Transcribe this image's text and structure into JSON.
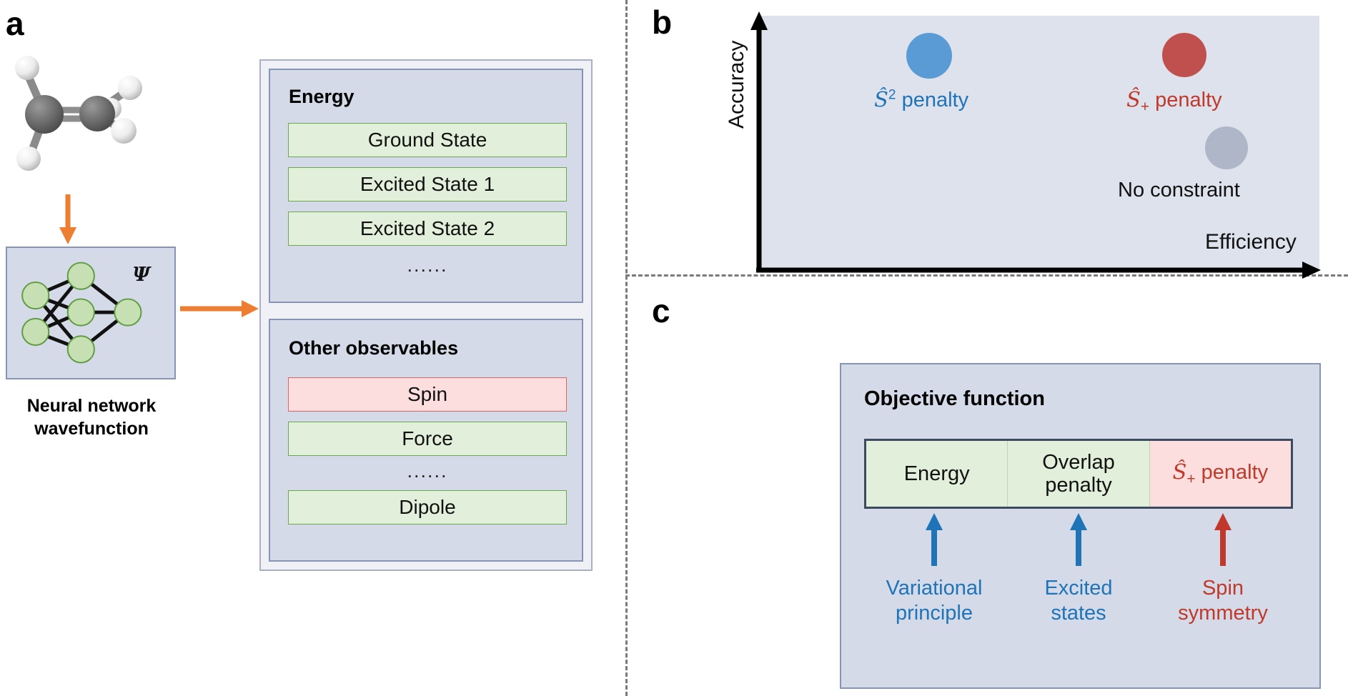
{
  "panels": {
    "a": {
      "letter": "a",
      "molecule": {
        "name": "ethylene-ball-and-stick-model",
        "carbon_color": "#6e6e6e",
        "hydrogen_color": "#ffffff"
      },
      "network_box": {
        "psi_symbol": "Ψ",
        "caption_line1": "Neural network",
        "caption_line2": "wavefunction",
        "node_color": "#c6e0b4",
        "node_border": "#5f9b3f",
        "box_fill": "#d4dae8"
      },
      "arrows": {
        "color": "#ED7D31"
      },
      "sections": [
        {
          "title": "Energy",
          "items": [
            {
              "label": "Ground State",
              "style": "green"
            },
            {
              "label": "Excited State 1",
              "style": "green"
            },
            {
              "label": "Excited State 2",
              "style": "green"
            }
          ],
          "ellipsis": "......"
        },
        {
          "title": "Other observables",
          "items": [
            {
              "label": "Spin",
              "style": "pink"
            },
            {
              "label": "Force",
              "style": "green"
            },
            {
              "label": "Dipole",
              "style": "green"
            }
          ],
          "ellipsis": "......"
        }
      ]
    },
    "b": {
      "letter": "b",
      "plot_bg": "#dee2ec",
      "y_axis_label": "Accuracy",
      "x_axis_label": "Efficiency",
      "chart_data": {
        "type": "scatter",
        "title": "",
        "xlabel": "Efficiency",
        "ylabel": "Accuracy",
        "xlim": [
          0,
          1
        ],
        "ylim": [
          0,
          1
        ],
        "grid": false,
        "axes_style": "arrow-axes-no-ticks",
        "legend": "inline-labels",
        "points": [
          {
            "label": "Ŝ² penalty",
            "x": 0.31,
            "y": 0.86,
            "color": "#5B9BD5",
            "size": 64,
            "label_color": "#1F74B8",
            "qualitative": "high accuracy, low efficiency"
          },
          {
            "label": "Ŝ₊ penalty",
            "x": 0.76,
            "y": 0.86,
            "color": "#C0504D",
            "size": 62,
            "label_color": "#C0392B",
            "qualitative": "high accuracy, high efficiency"
          },
          {
            "label": "No constraint",
            "x": 0.84,
            "y": 0.47,
            "color": "#AEB6C8",
            "size": 60,
            "label_color": "#111111",
            "qualitative": "low accuracy, high efficiency"
          }
        ]
      }
    },
    "c": {
      "letter": "c",
      "title": "Objective function",
      "cells": [
        {
          "label": "Energy",
          "style": "green",
          "arrow_color": "#1F74B8"
        },
        {
          "label": "Overlap\npenalty",
          "style": "green",
          "arrow_color": "#1F74B8"
        },
        {
          "label": "Ŝ₊ penalty",
          "style": "pink",
          "arrow_color": "#C0392B"
        }
      ],
      "footnotes": [
        {
          "line1": "Variational",
          "line2": "principle",
          "color": "#1F74B8"
        },
        {
          "line1": "Excited",
          "line2": "states",
          "color": "#1F74B8"
        },
        {
          "line1": "Spin",
          "line2": "symmetry",
          "color": "#C0392B"
        }
      ]
    }
  },
  "colors": {
    "orange": "#ED7D31",
    "blue": "#1F74B8",
    "red": "#C0392B",
    "panel_fill": "#d4dae8",
    "green_fill": "#e2efda",
    "pink_fill": "#fbdedd"
  }
}
